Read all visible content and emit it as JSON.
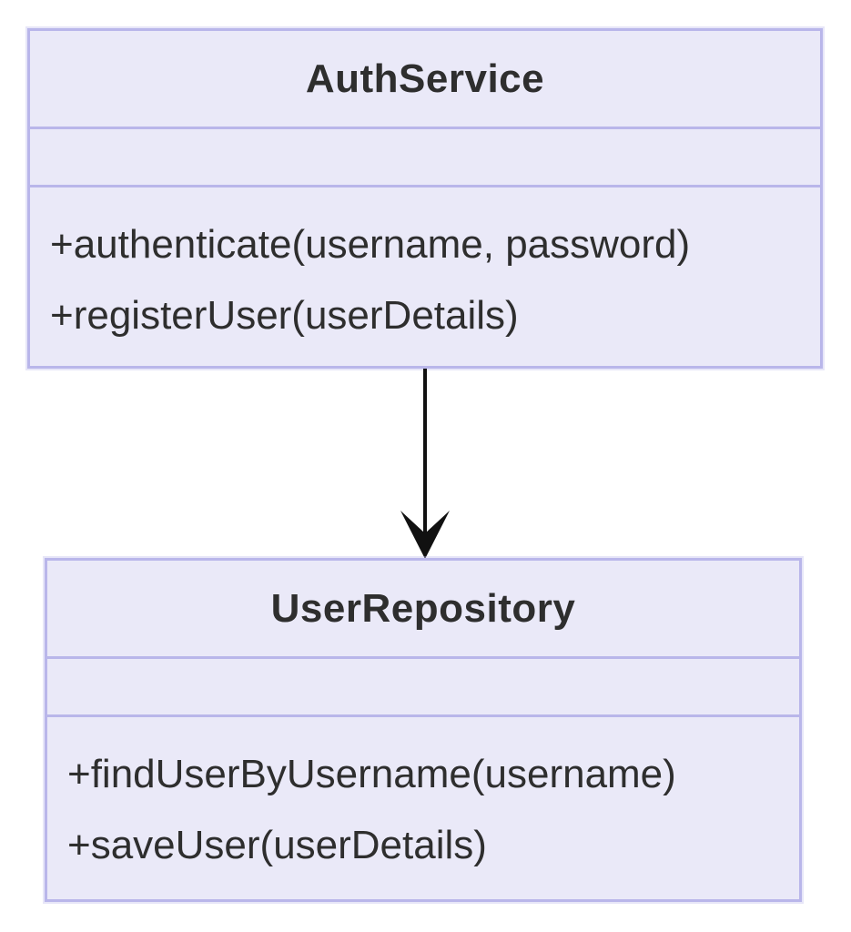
{
  "diagram": {
    "type": "uml-class-diagram",
    "background": "#FFFFFF",
    "node_fill": "#EAE9F8",
    "node_border": "#B9B6EA",
    "text_color": "#2E2E2E",
    "arrow_color": "#111111",
    "classes": [
      {
        "name": "AuthService",
        "attributes": [],
        "methods": [
          "+authenticate(username, password)",
          "+registerUser(userDetails)"
        ]
      },
      {
        "name": "UserRepository",
        "attributes": [],
        "methods": [
          "+findUserByUsername(username)",
          "+saveUser(userDetails)"
        ]
      }
    ],
    "relations": [
      {
        "from": "AuthService",
        "to": "UserRepository",
        "style": "solid-arrow"
      }
    ]
  }
}
